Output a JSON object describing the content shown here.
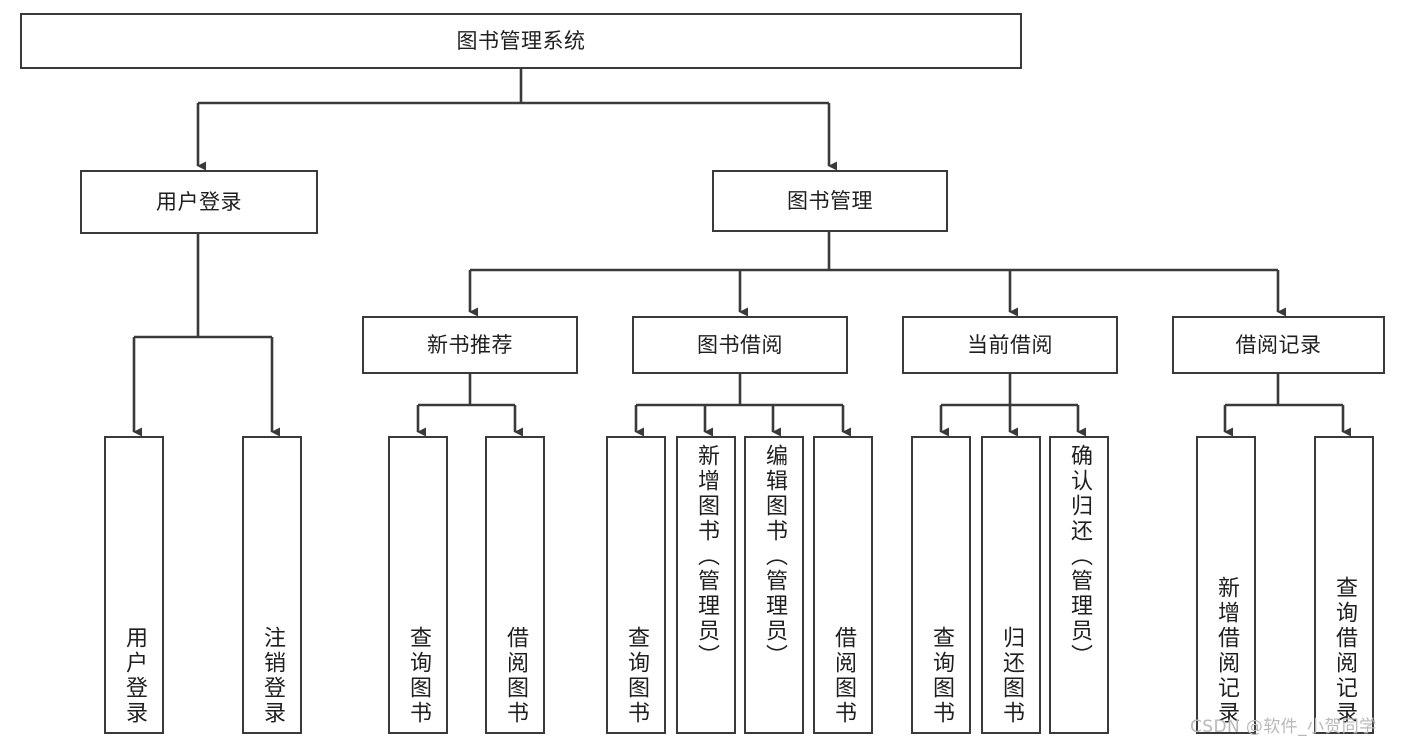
{
  "diagram": {
    "type": "tree-hierarchy-chart",
    "title": "图书管理系统",
    "orientation": "top-down",
    "line_color": "#3a3a3a",
    "box_fill": "#ffffff",
    "text_color": "#1f1f1f"
  },
  "nodes": {
    "root": {
      "label": "图书管理系统"
    },
    "level1": [
      {
        "id": "user-login",
        "label": "用户登录"
      },
      {
        "id": "book-manage",
        "label": "图书管理"
      }
    ],
    "level2": [
      {
        "id": "new-book-recommend",
        "label": "新书推荐"
      },
      {
        "id": "book-borrow",
        "label": "图书借阅"
      },
      {
        "id": "current-borrow",
        "label": "当前借阅"
      },
      {
        "id": "borrow-record",
        "label": "借阅记录"
      }
    ],
    "leaves": {
      "user_login": [
        {
          "id": "leaf-user-login",
          "label": "用户登录"
        },
        {
          "id": "leaf-logout-login",
          "label": "注销登录"
        }
      ],
      "new_book_recommend": [
        {
          "id": "leaf-query-book-1",
          "label": "查询图书"
        },
        {
          "id": "leaf-borrow-book-1",
          "label": "借阅图书"
        }
      ],
      "book_borrow": [
        {
          "id": "leaf-query-book-2",
          "label": "查询图书"
        },
        {
          "id": "leaf-add-book",
          "label": "新增图书（管理员）"
        },
        {
          "id": "leaf-edit-book",
          "label": "编辑图书（管理员）"
        },
        {
          "id": "leaf-borrow-book-2",
          "label": "借阅图书"
        }
      ],
      "current_borrow": [
        {
          "id": "leaf-query-book-3",
          "label": "查询图书"
        },
        {
          "id": "leaf-return-book",
          "label": "归还图书"
        },
        {
          "id": "leaf-confirm-return",
          "label": "确认归还（管理员）"
        }
      ],
      "borrow_record": [
        {
          "id": "leaf-add-record",
          "label": "新增借阅记录"
        },
        {
          "id": "leaf-query-record",
          "label": "查询借阅记录"
        }
      ]
    }
  },
  "watermark": {
    "text": "CSDN @软件_小贺同学"
  }
}
